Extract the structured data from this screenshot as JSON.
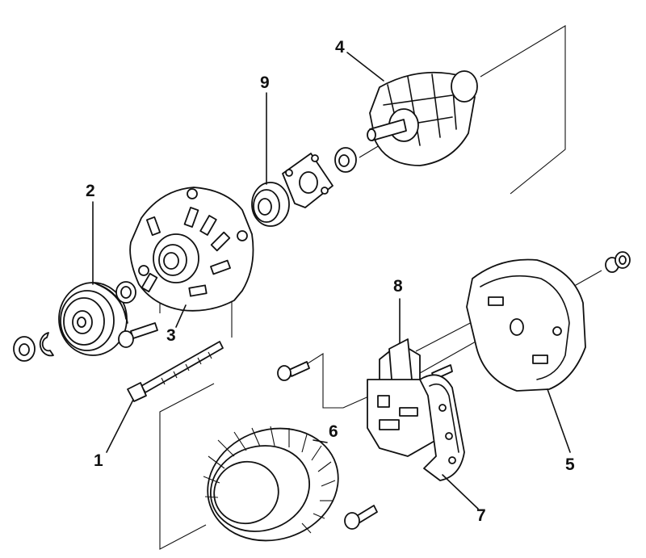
{
  "callouts": [
    {
      "id": "1",
      "label": "1"
    },
    {
      "id": "2",
      "label": "2"
    },
    {
      "id": "3",
      "label": "3"
    },
    {
      "id": "4",
      "label": "4"
    },
    {
      "id": "5",
      "label": "5"
    },
    {
      "id": "6",
      "label": "6"
    },
    {
      "id": "7",
      "label": "7"
    },
    {
      "id": "8",
      "label": "8"
    },
    {
      "id": "9",
      "label": "9"
    }
  ],
  "parts": [
    "retaining-ring-and-washers",
    "pulley",
    "drive-end-housing",
    "rotor",
    "rear-housing",
    "stator",
    "rectifier-bridge",
    "voltage-regulator-brush-holder",
    "bearing-and-retainer-plate"
  ]
}
